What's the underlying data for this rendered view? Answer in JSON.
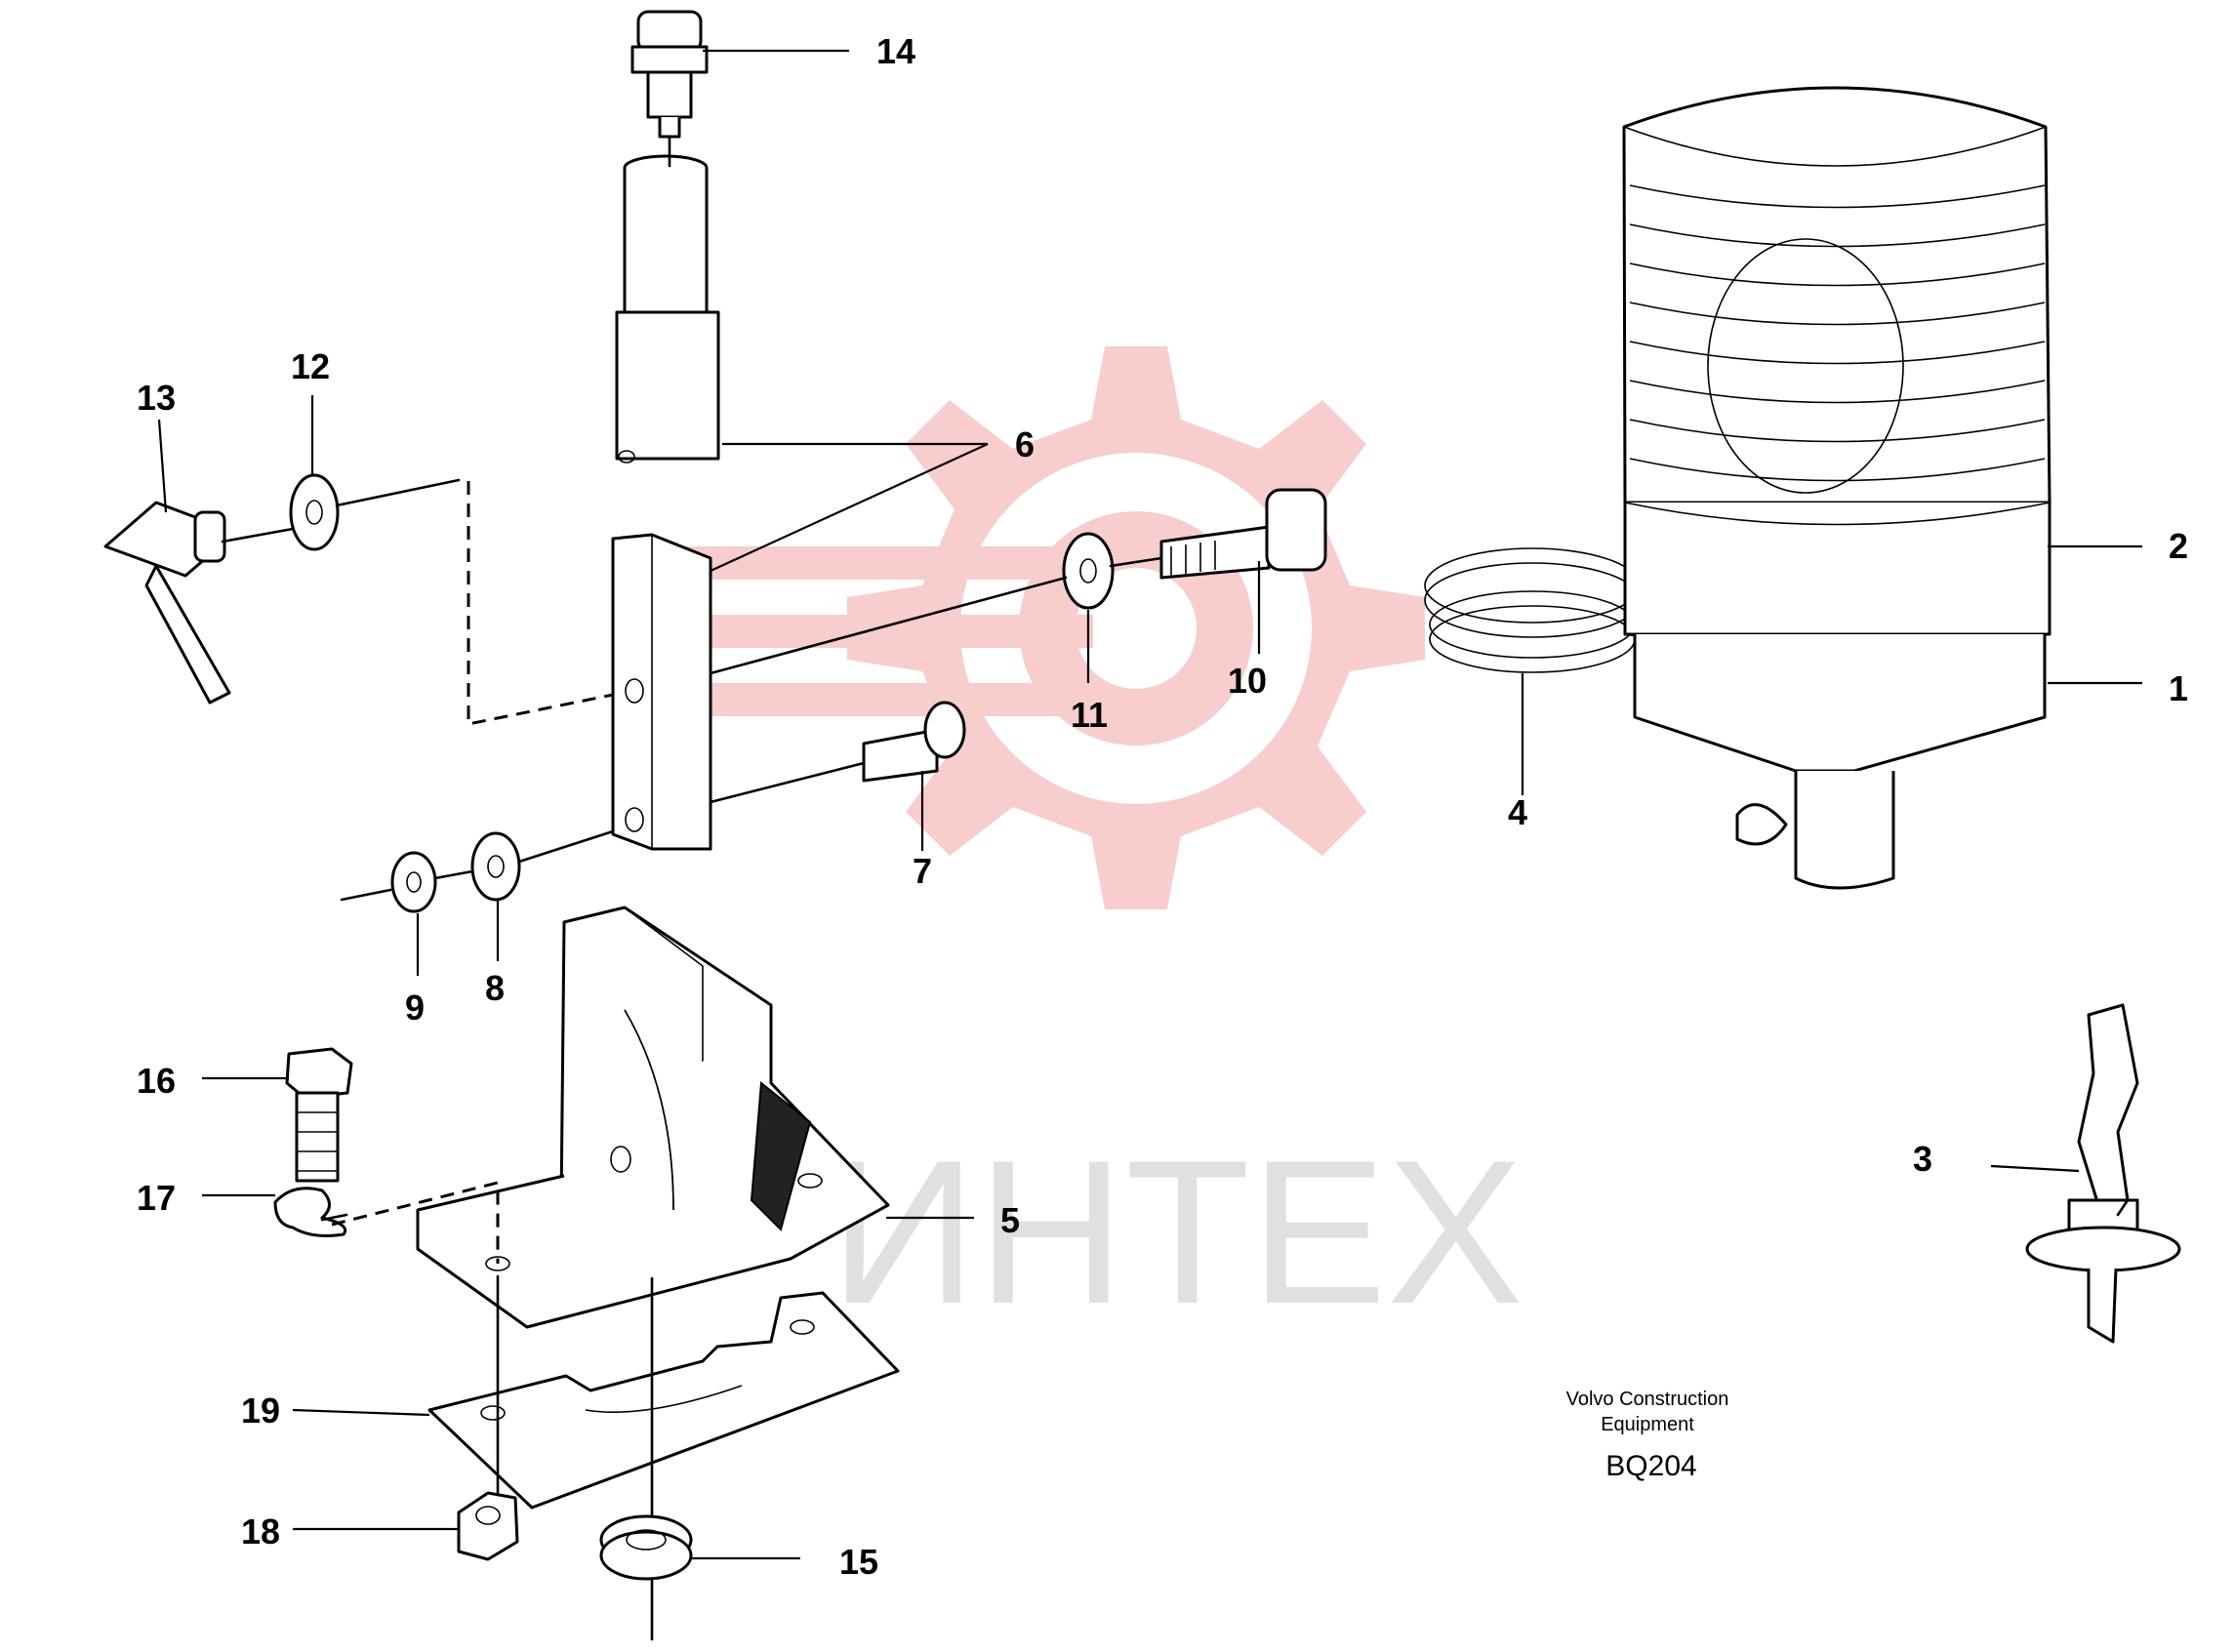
{
  "watermark": {
    "text": "ИНТЕХ",
    "gear_color": "#f4b4b4",
    "text_color": "#d4d4d4"
  },
  "callouts": [
    "1",
    "2",
    "3",
    "4",
    "5",
    "6",
    "7",
    "8",
    "9",
    "10",
    "11",
    "12",
    "13",
    "14",
    "15",
    "16",
    "17",
    "18",
    "19"
  ],
  "caption": {
    "line1": "Volvo Construction",
    "line2": "Equipment",
    "code": "BQ204"
  }
}
